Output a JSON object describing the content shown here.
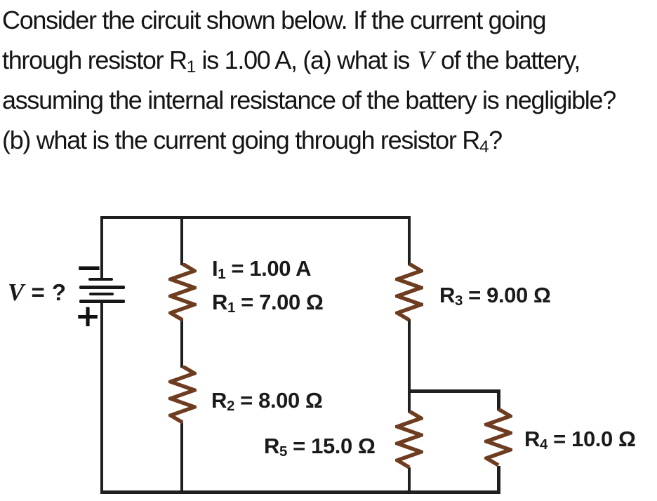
{
  "problem": {
    "lines": [
      [
        {
          "t": "Consider the circuit shown below. If the current going"
        }
      ],
      [
        {
          "t": "through resistor R"
        },
        {
          "t": "1",
          "s": "sub"
        },
        {
          "t": " is 1.00 A, (a) what is "
        },
        {
          "t": "V",
          "s": "mathvar"
        },
        {
          "t": " of the battery,"
        }
      ],
      [
        {
          "t": "assuming the internal resistance of the battery is negligible?"
        }
      ],
      [
        {
          "t": "(b) what is the current going through resistor R"
        },
        {
          "t": "4",
          "s": "sub"
        },
        {
          "t": "?"
        }
      ]
    ]
  },
  "circuit": {
    "battery": {
      "v_symbol": "V",
      "v_rest": " = ?",
      "minus": "−",
      "plus": "+"
    },
    "labels": {
      "i1": {
        "base": "I",
        "sub": "1",
        "rest": " = 1.00 A"
      },
      "r1": {
        "base": "R",
        "sub": "1",
        "rest": " = 7.00 Ω"
      },
      "r2": {
        "base": "R",
        "sub": "2",
        "rest": " = 8.00 Ω"
      },
      "r3": {
        "base": "R",
        "sub": "3",
        "rest": " = 9.00 Ω"
      },
      "r5": {
        "base": "R",
        "sub": "5",
        "rest": " = 15.0 Ω"
      },
      "r4": {
        "base": "R",
        "sub": "4",
        "rest": " = 10.0 Ω"
      }
    },
    "colors": {
      "wire": "#1f1f1f",
      "resistor": "#6e3c1e",
      "text": "#151515"
    }
  }
}
